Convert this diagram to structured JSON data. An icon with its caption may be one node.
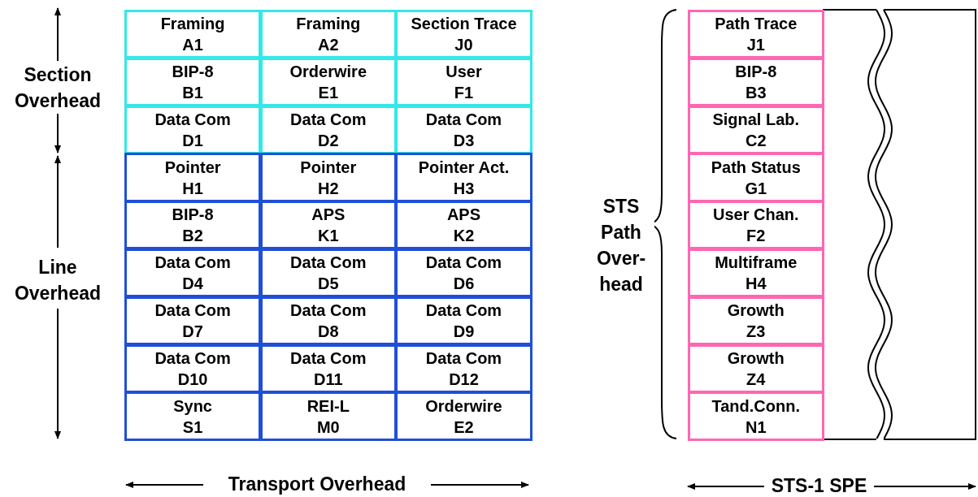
{
  "diagram": {
    "nodes": [
      {
        "text": [
          "Framing",
          "A1"
        ]
      },
      {
        "text": [
          "Framing",
          "A2"
        ]
      },
      {
        "text": [
          "Section Trace",
          "J0"
        ]
      },
      {
        "text": [
          "BIP-8",
          "B1"
        ]
      },
      {
        "text": [
          "Orderwire",
          "E1"
        ]
      },
      {
        "text": [
          "User",
          "F1"
        ]
      },
      {
        "text": [
          "Data Com",
          "D1"
        ]
      },
      {
        "text": [
          "Data Com",
          "D2"
        ]
      },
      {
        "text": [
          "Data Com",
          "D3"
        ]
      },
      {
        "text": [
          "Pointer",
          "H1"
        ]
      },
      {
        "text": [
          "Pointer",
          "H2"
        ]
      },
      {
        "text": [
          "Pointer Act.",
          "H3"
        ]
      },
      {
        "text": [
          "BIP-8",
          "B2"
        ]
      },
      {
        "text": [
          "APS",
          "K1"
        ]
      },
      {
        "text": [
          "APS",
          "K2"
        ]
      },
      {
        "text": [
          "Data Com",
          "D4"
        ]
      },
      {
        "text": [
          "Data Com",
          "D5"
        ]
      },
      {
        "text": [
          "Data Com",
          "D6"
        ]
      },
      {
        "text": [
          "Data Com",
          "D7"
        ]
      },
      {
        "text": [
          "Data Com",
          "D8"
        ]
      },
      {
        "text": [
          "Data Com",
          "D9"
        ]
      },
      {
        "text": [
          "Data Com",
          "D10"
        ]
      },
      {
        "text": [
          "Data Com",
          "D11"
        ]
      },
      {
        "text": [
          "Data Com",
          "D12"
        ]
      },
      {
        "text": [
          "Sync",
          "S1"
        ]
      },
      {
        "text": [
          "REI-L",
          "M0"
        ]
      },
      {
        "text": [
          "Orderwire",
          "E2"
        ]
      },
      {
        "text": [
          "Path Trace",
          "J1"
        ]
      },
      {
        "text": [
          "BIP-8",
          "B3"
        ]
      },
      {
        "text": [
          "Signal Lab.",
          "C2"
        ]
      },
      {
        "text": [
          "Path Status",
          "G1"
        ]
      },
      {
        "text": [
          "User Chan.",
          "F2"
        ]
      },
      {
        "text": [
          "Multiframe",
          "H4"
        ]
      },
      {
        "text": [
          "Growth",
          "Z3"
        ]
      },
      {
        "text": [
          "Growth",
          "Z4"
        ]
      },
      {
        "text": [
          "Tand.Conn.",
          "N1"
        ]
      }
    ],
    "edges": [],
    "labels": [
      "Section Overhead",
      "Line Overhead",
      "STS Path Over- head",
      "Transport Overhead",
      "STS-1 SPE"
    ]
  }
}
